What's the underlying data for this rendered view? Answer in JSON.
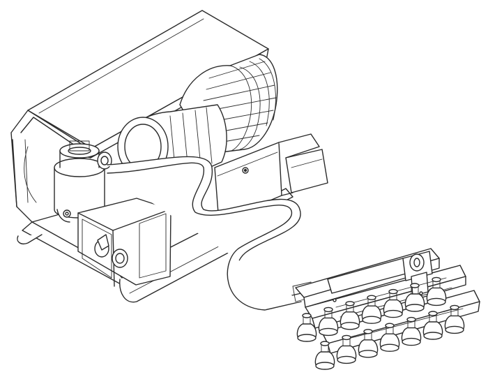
{
  "figure": {
    "components": [
      "blower-housing",
      "electric-motor",
      "motor-fan-guard",
      "air-filter",
      "control-box",
      "toggle-switch",
      "indicator-lamp",
      "base-frame",
      "mounting-bracket",
      "vacuum-hose",
      "vacuum-lifter-frame",
      "suction-cups"
    ],
    "line_color": "#2a2a2a",
    "background": "#ffffff",
    "suction_cup_rows": 2,
    "suction_cups_per_row": 7
  }
}
